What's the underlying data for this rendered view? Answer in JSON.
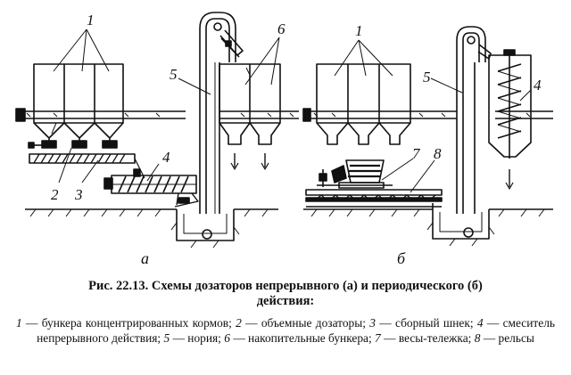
{
  "figure": {
    "left_labels": [
      "1",
      "2",
      "3",
      "4",
      "5",
      "6"
    ],
    "left_caption": "а",
    "right_labels": [
      "1",
      "4",
      "5",
      "7",
      "8"
    ],
    "right_caption": "б"
  },
  "caption": {
    "title_line1": "Рис. 22.13. Схемы дозаторов непрерывного (а) и периодического (б)",
    "title_line2": "действия:",
    "legend": [
      {
        "num": "1",
        "text": " — бункера концентрированных кормов; "
      },
      {
        "num": "2",
        "text": " — объемные дозаторы; "
      },
      {
        "num": "3",
        "text": " — сборный шнек; "
      },
      {
        "num": "4",
        "text": " — смеситель непрерывного действия; "
      },
      {
        "num": "5",
        "text": " — нория; "
      },
      {
        "num": "6",
        "text": " — накопительные бункера; "
      },
      {
        "num": "7",
        "text": " — весы-тележка; "
      },
      {
        "num": "8",
        "text": " — рельсы"
      }
    ]
  }
}
